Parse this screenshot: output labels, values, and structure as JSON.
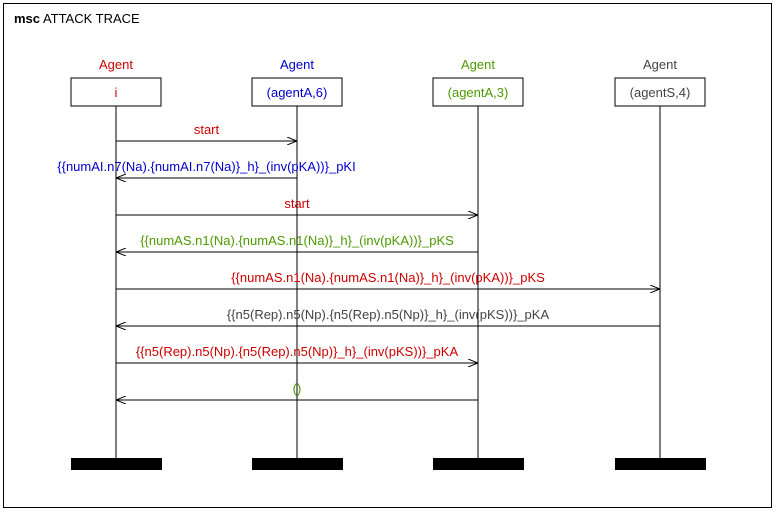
{
  "title": {
    "keyword": "msc",
    "text": "ATTACK TRACE"
  },
  "agents": [
    {
      "role": "Agent",
      "name": "i",
      "color": "#cc0000"
    },
    {
      "role": "Agent",
      "name": "(agentA,6)",
      "color": "#0000cc"
    },
    {
      "role": "Agent",
      "name": "(agentA,3)",
      "color": "#4d9900"
    },
    {
      "role": "Agent",
      "name": "(agentS,4)",
      "color": "#444444"
    }
  ],
  "messages": [
    {
      "from": 0,
      "to": 1,
      "label": "start",
      "color": "#cc0000"
    },
    {
      "from": 1,
      "to": 0,
      "label": "{{numAI.n7(Na).{numAI.n7(Na)}_h}_(inv(pKA))}_pKI",
      "color": "#0000cc"
    },
    {
      "from": 0,
      "to": 2,
      "label": "start",
      "color": "#cc0000"
    },
    {
      "from": 2,
      "to": 0,
      "label": "{{numAS.n1(Na).{numAS.n1(Na)}_h}_(inv(pKA))}_pKS",
      "color": "#4d9900"
    },
    {
      "from": 0,
      "to": 3,
      "label": "{{numAS.n1(Na).{numAS.n1(Na)}_h}_(inv(pKA))}_pKS",
      "color": "#cc0000"
    },
    {
      "from": 3,
      "to": 0,
      "label": "{{n5(Rep).n5(Np).{n5(Rep).n5(Np)}_h}_(inv(pKS))}_pKA",
      "color": "#444444"
    },
    {
      "from": 0,
      "to": 2,
      "label": "{{n5(Rep).n5(Np).{n5(Rep).n5(Np)}_h}_(inv(pKS))}_pKA",
      "color": "#cc0000"
    },
    {
      "from": 2,
      "to": 0,
      "label": "()",
      "color": "#4d9900"
    }
  ]
}
